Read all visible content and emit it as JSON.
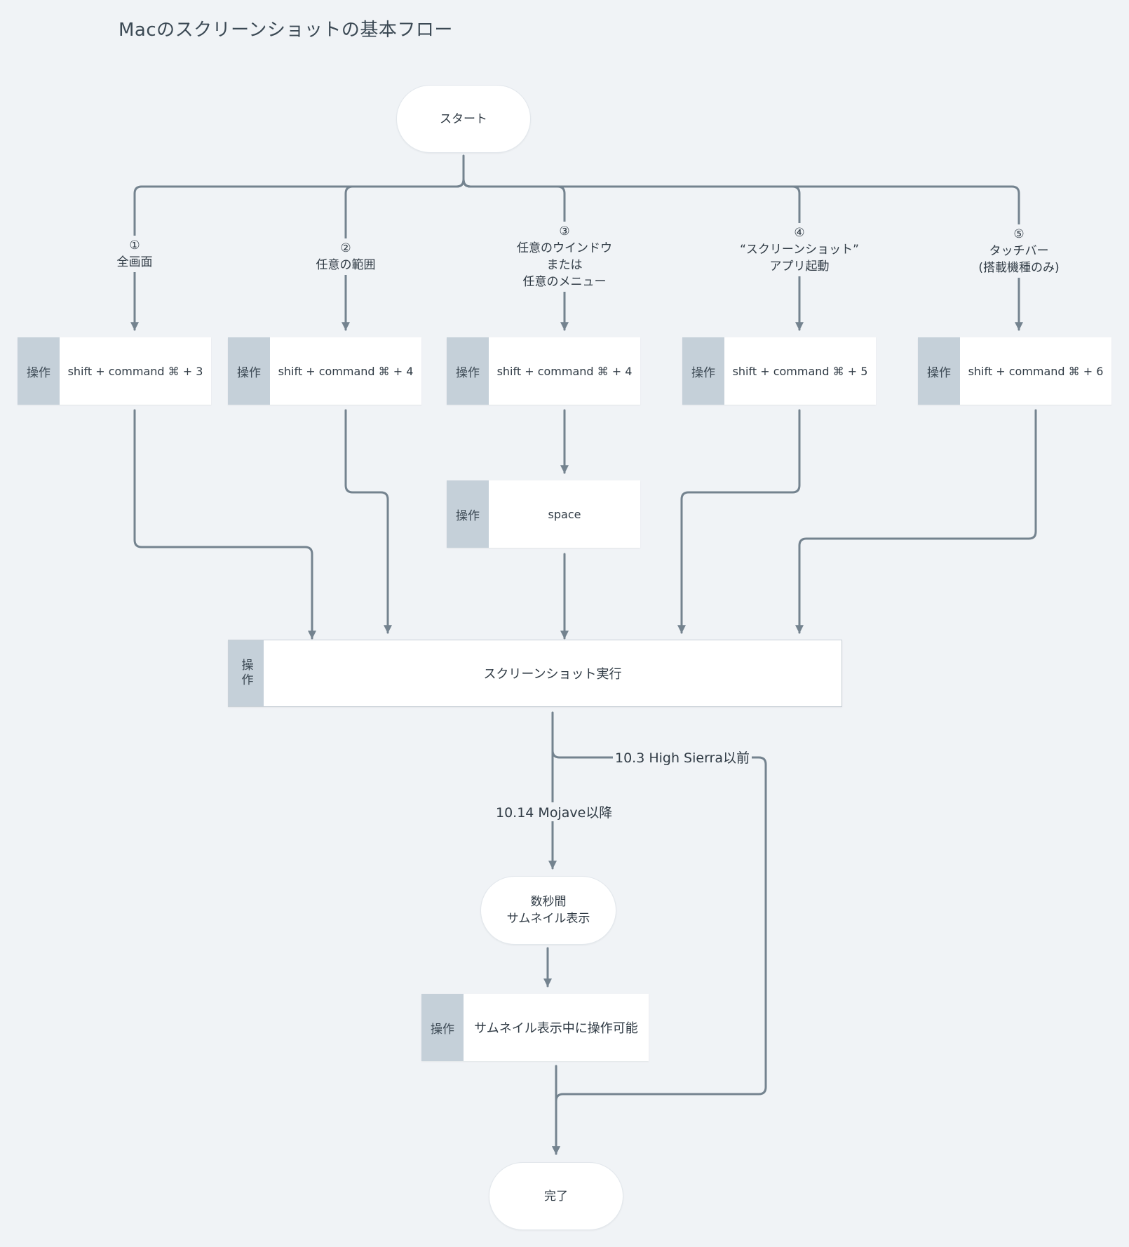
{
  "title": "Macのスクリーンショットの基本フロー",
  "start": "スタート",
  "end": "完了",
  "op_tag": "操作",
  "branches": [
    {
      "label": "①\n全画面",
      "key": "shift + command ⌘ + 3"
    },
    {
      "label": "②\n任意の範囲",
      "key": "shift + command ⌘ + 4"
    },
    {
      "label": "③\n任意のウインドウ\nまたは\n任意のメニュー",
      "key": "shift + command ⌘ + 4"
    },
    {
      "label": "④\n“スクリーンショット”\nアプリ起動",
      "key": "shift + command ⌘ + 5"
    },
    {
      "label": "⑤\nタッチバー\n(搭載機種のみ)",
      "key": "shift + command ⌘ + 6"
    }
  ],
  "space_op": "space",
  "execute_op": "スクリーンショット実行",
  "edge_labels": {
    "high_sierra": "10.3 High Sierra以前",
    "mojave": "10.14 Mojave以降"
  },
  "thumbnail_node": "数秒間\nサムネイル表示",
  "thumbnail_op": "サムネイル表示中に操作可能",
  "colors": {
    "background": "#f0f3f6",
    "connector": "#74838f",
    "tag": "#c5d0d9",
    "node": "#ffffff"
  }
}
